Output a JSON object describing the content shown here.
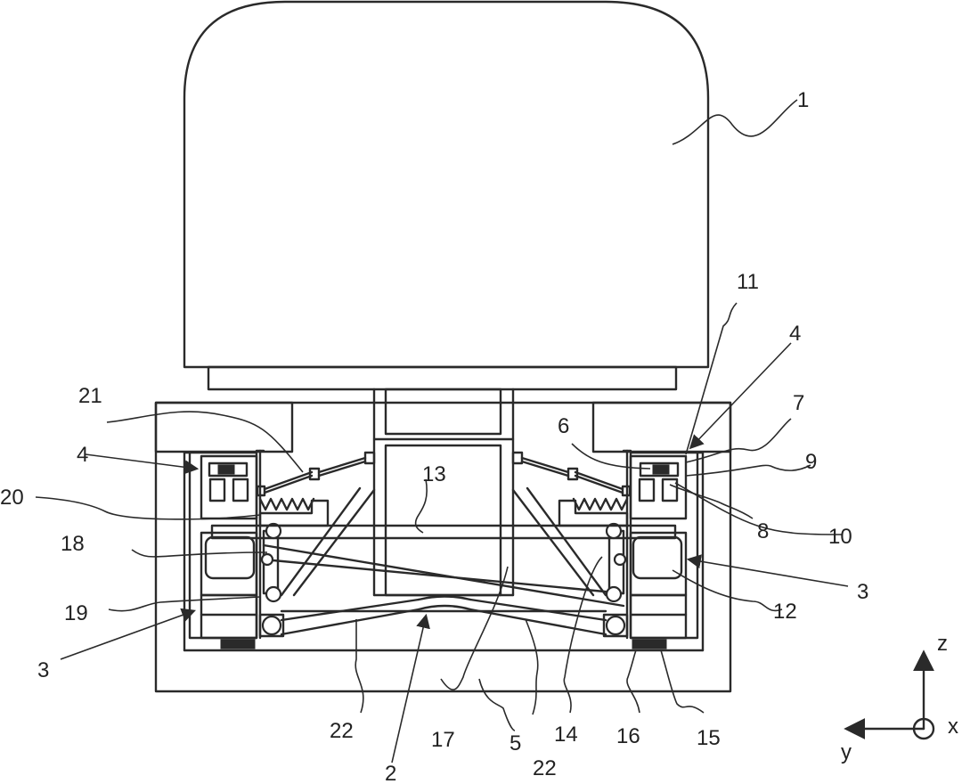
{
  "labels": {
    "n1": "1",
    "n2": "2",
    "n3a": "3",
    "n3b": "3",
    "n4a": "4",
    "n4b": "4",
    "n5": "5",
    "n6": "6",
    "n7": "7",
    "n8": "8",
    "n9": "9",
    "n10": "10",
    "n11": "11",
    "n12": "12",
    "n13": "13",
    "n14": "14",
    "n15": "15",
    "n16": "16",
    "n17": "17",
    "n18": "18",
    "n19": "19",
    "n20": "20",
    "n21": "21",
    "n22a": "22",
    "n22b": "22"
  },
  "axes": {
    "z": "z",
    "x": "x",
    "y": "y"
  }
}
